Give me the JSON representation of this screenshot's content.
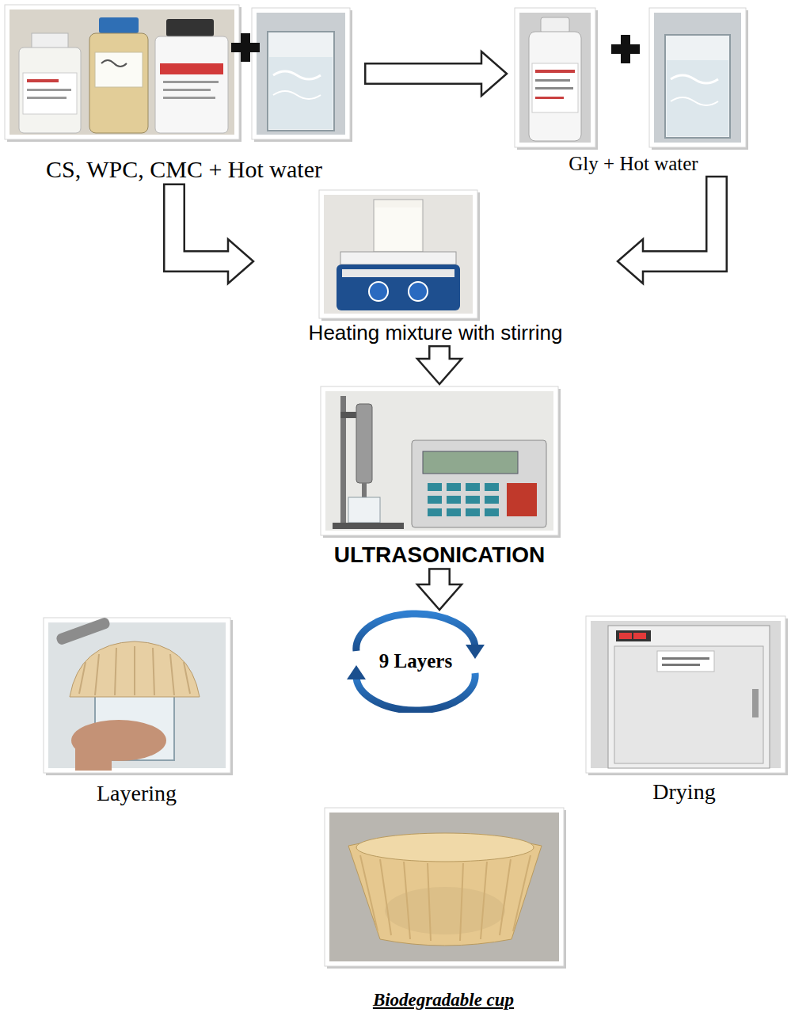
{
  "diagram": {
    "nodes": [
      {
        "text": [
          "CS, WPC, CMC + Hot water"
        ]
      },
      {
        "text": [
          "Gly + Hot water"
        ]
      },
      {
        "text": [
          "Heating mixture with stirring"
        ]
      },
      {
        "text": [
          "ULTRASONICATION"
        ]
      },
      {
        "text": [
          "Layering"
        ]
      },
      {
        "text": [
          "9 Layers"
        ]
      },
      {
        "text": [
          "Drying"
        ]
      },
      {
        "text": [
          "Biodegradable cup"
        ]
      }
    ],
    "edges": [
      {
        "from": 0,
        "to": 1,
        "arrow": "to"
      },
      {
        "from": 0,
        "to": 2,
        "arrow": "to"
      },
      {
        "from": 1,
        "to": 2,
        "arrow": "to"
      },
      {
        "from": 2,
        "to": 3,
        "arrow": "to"
      },
      {
        "from": 3,
        "to": 5,
        "arrow": "to"
      }
    ]
  }
}
